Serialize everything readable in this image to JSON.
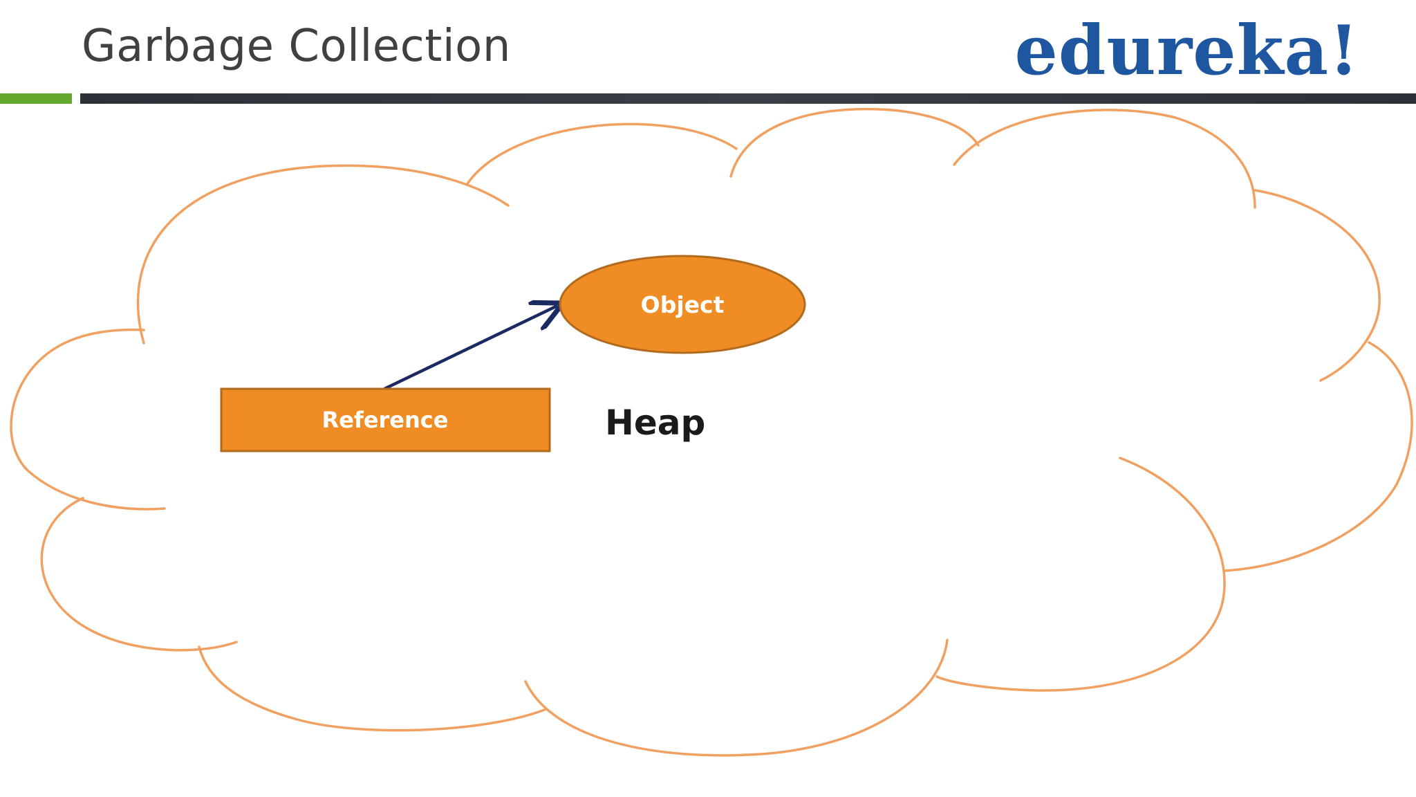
{
  "slide": {
    "title": "Garbage Collection",
    "brand": "edureka!"
  },
  "diagram": {
    "reference_label": "Reference",
    "object_label": "Object",
    "heap_label": "Heap"
  },
  "colors": {
    "accent_orange": "#ef8c23",
    "cloud_outline": "#f0a060",
    "arrow": "#1c2a63",
    "brand_blue": "#1f56a0",
    "green_bar": "#63a72f",
    "dark_bar": "#2f343b"
  }
}
